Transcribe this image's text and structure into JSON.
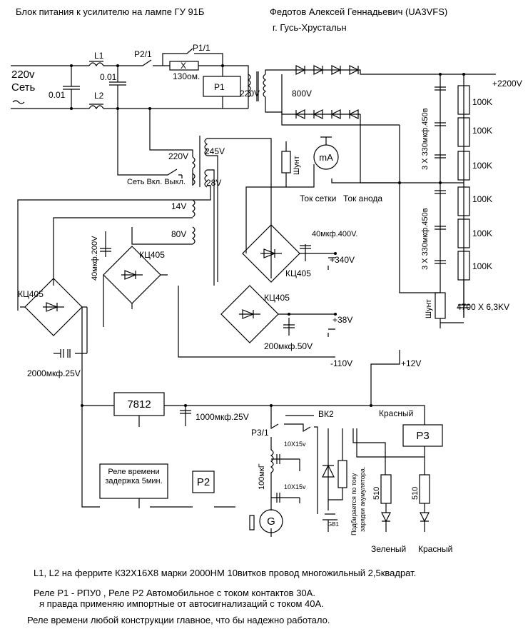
{
  "header": {
    "title": "Блок питания к усилителю на лампе ГУ 91Б",
    "author": "Федотов Алексей Геннадьевич (UA3VFS)",
    "city": "г. Гусь-Хрустальн"
  },
  "labels": {
    "mains_voltage": "220v",
    "mains_word": "Сеть",
    "ac_symbol": "~",
    "cap_001_a": "0.01",
    "cap_001_b": "0.01",
    "l1": "L1",
    "l2": "L2",
    "p2_1": "P2/1",
    "p1_1": "P1/1",
    "res_x": "X",
    "res_130": "130ом.",
    "relay_p1": "P1",
    "v220_main": "220V",
    "v800": "800V",
    "v2200": "+2200V",
    "r100k": [
      "100K",
      "100K",
      "100K",
      "100K",
      "100K",
      "100K"
    ],
    "cap_bank_upper": "3 Х 330мкф.450в",
    "cap_bank_lower": "3 Х 330мкф.450в",
    "hv_shunt": "Шунт",
    "hv_cap": "4700 Х 6,3KV",
    "v245": "245V",
    "v28": "28V",
    "v220_aux": "220V",
    "power_switch": "Сеть Вкл. Выкл.",
    "shunt": "Шунт",
    "meter": "mA",
    "grid_current": "Ток сетки",
    "anode_current": "Ток анода",
    "v14": "14V",
    "v80": "80V",
    "kc405_a": "КЦ405",
    "kc405_b": "КЦ405",
    "kc405_c": "КЦ405",
    "kc405_d": "КЦ405",
    "cap_40_200": "40мкф.200V",
    "cap_40_400": "40мкф.400V.",
    "v340": "+340V",
    "v38": "+38V",
    "cap_200_50": "200мкф.50V",
    "v110": "-110V",
    "v12": "+12V",
    "cap_2000_25": "2000мкф.25V",
    "reg_7812": "7812",
    "cap_1000_25": "1000мкф.25V",
    "vk2": "ВК2",
    "p3_1": "Р3/1",
    "red_top": "Красный",
    "relay_p3": "Р3",
    "relay_p2": "Р2",
    "timer_relay": "Реле времени задержка 5мин.",
    "cap_10x15_a": "10Х15v",
    "cap_10x15_b": "10Х15v",
    "ind_100": "100мкГ",
    "gen": "G",
    "battery_label": "GB1",
    "charge_note_1": "Подбирается по току",
    "charge_note_2": "зарядки акумулятора.",
    "r510_a": "510",
    "r510_b": "510",
    "green": "Зеленый",
    "red_bottom": "Красный",
    "minus": "-"
  },
  "notes": {
    "line1": "L1, L2  на феррите К32Х16Х8 марки 2000НМ 10витков провод многожильный 2,5квадрат.",
    "line2": "Реле Р1 -  РПУ0 , Реле Р2 Автомобильное с током контактов 30А.",
    "line3": "я правда применяю импортные от автосигнализаций с током 40А.",
    "line4": "Реле времени любой конструкции главное, что бы  надежно работало."
  }
}
